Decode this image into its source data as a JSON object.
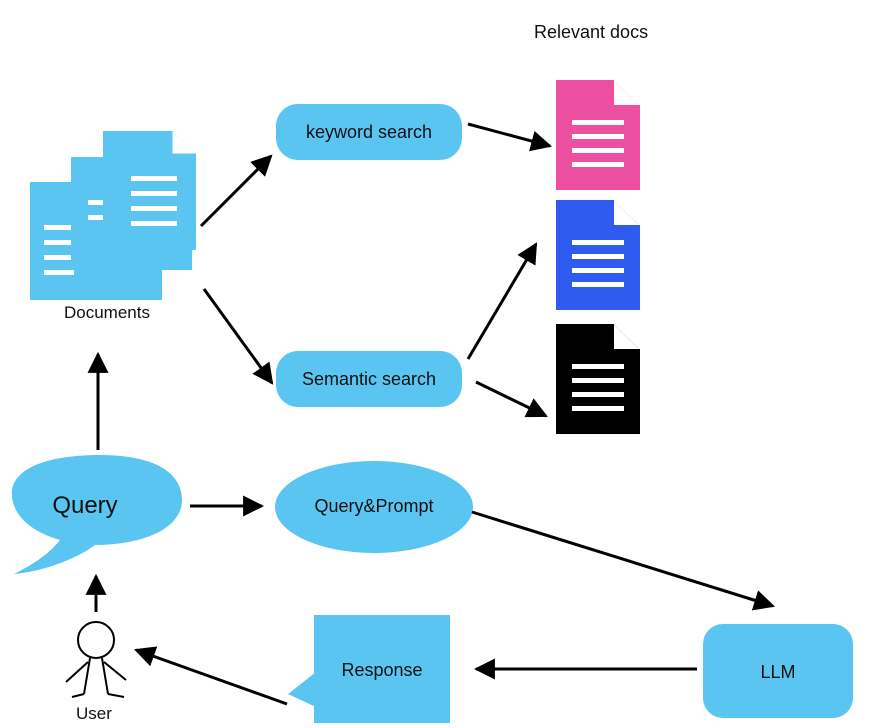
{
  "colors": {
    "node_fill": "#5bc5f1",
    "doc_pink": "#ec4fa0",
    "doc_blue": "#2f5bf0",
    "doc_black": "#000000",
    "arrow": "#000000"
  },
  "labels": {
    "relevant_docs": "Relevant docs",
    "documents": "Documents",
    "keyword_search": "keyword search",
    "semantic_search": "Semantic search",
    "query": "Query",
    "query_prompt": "Query&Prompt",
    "llm": "LLM",
    "response": "Response",
    "user": "User"
  },
  "icons": {
    "documents_stack": "document-stack-icon",
    "relevant_doc": "document-icon",
    "user": "stick-figure-icon",
    "query_bubble": "speech-bubble",
    "response_bubble": "speech-bubble"
  }
}
